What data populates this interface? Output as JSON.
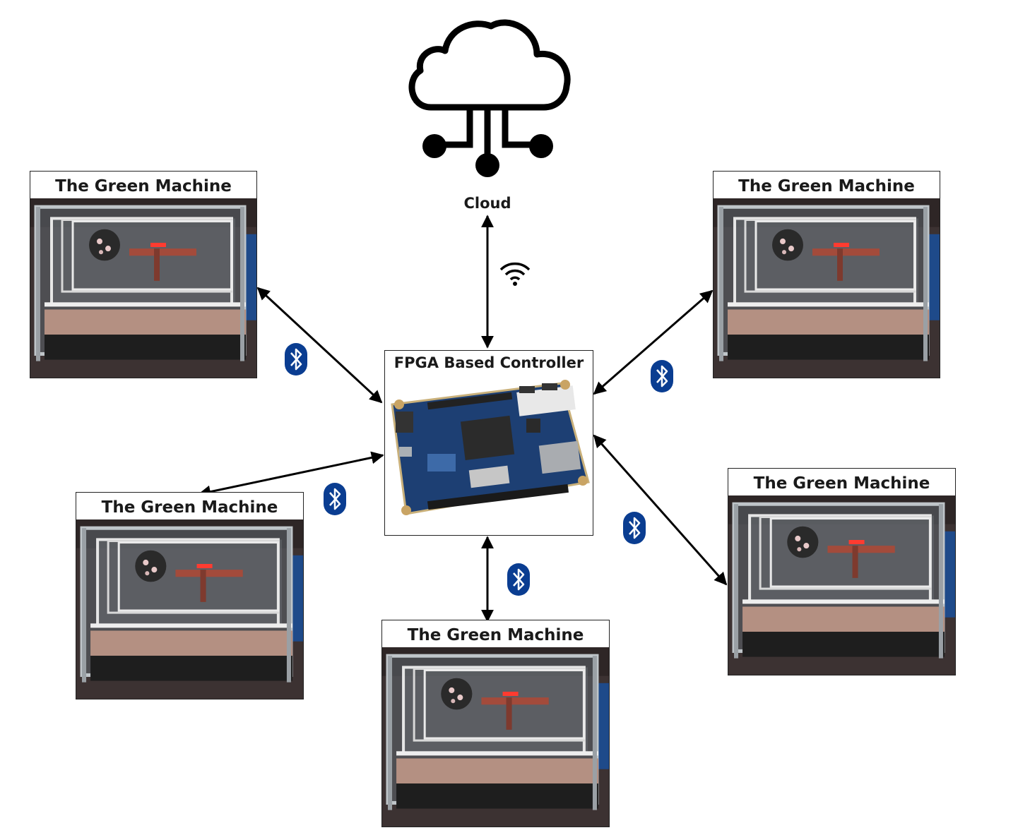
{
  "cloud": {
    "label": "Cloud",
    "icon": "cloud-network-icon"
  },
  "controller": {
    "title": "FPGA Based Controller",
    "icon": "fpga-board"
  },
  "machines": [
    {
      "title": "The Green Machine"
    },
    {
      "title": "The Green Machine"
    },
    {
      "title": "The Green Machine"
    },
    {
      "title": "The Green Machine"
    },
    {
      "title": "The Green Machine"
    }
  ],
  "links": {
    "cloud_link_icon": "wifi-icon",
    "machine_link_icon": "bluetooth-icon"
  },
  "colors": {
    "bluetooth": "#0a3d91",
    "line": "#000000"
  }
}
